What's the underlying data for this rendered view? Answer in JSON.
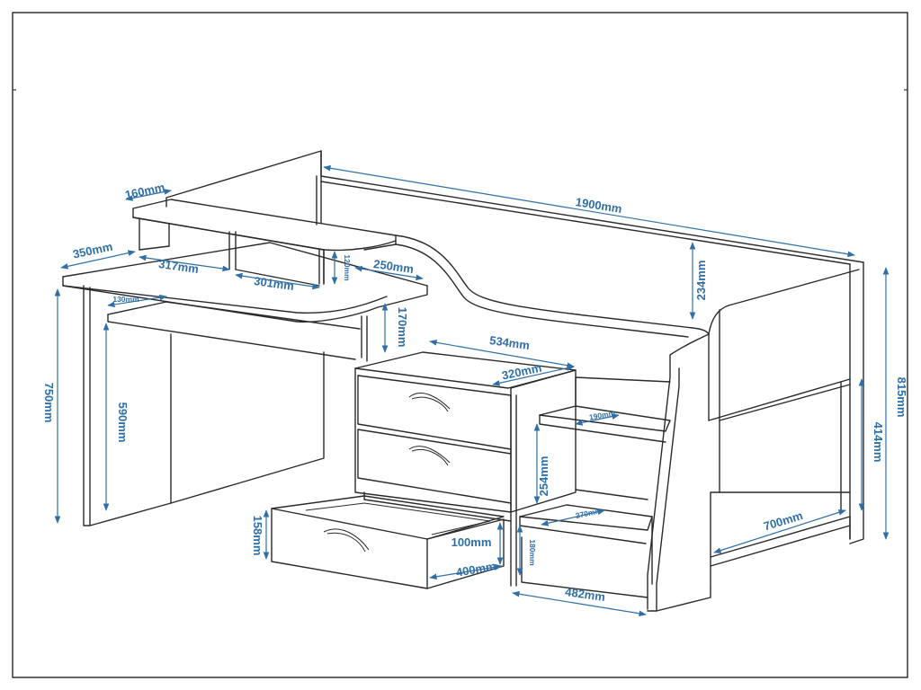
{
  "colors": {
    "dimension": "#2f6fa8",
    "outline": "#2a2a2a",
    "background": "#ffffff"
  },
  "dimensions": {
    "bed_length": "1900mm",
    "top_shelf_depth": "160mm",
    "desk_depth": "350mm",
    "shelf_opening_left": "317mm",
    "shelf_opening_right": "301mm",
    "shelf_height": "120mm",
    "desk_extension": "250mm",
    "keyboard_shelf": "130mm",
    "under_shelf_gap": "170mm",
    "desk_height": "750mm",
    "leg_clearance": "590mm",
    "drawer_unit_width": "534mm",
    "drawer_unit_depth": "320mm",
    "guard_height": "234mm",
    "total_height": "815mm",
    "under_bed_height": "414mm",
    "step_depth": "190mm",
    "step_gap": "254mm",
    "lower_step_depth": "270mm",
    "storage_depth": "700mm",
    "drawer_front_height": "158mm",
    "drawer_inner_height": "100mm",
    "drawer_inner_depth": "400mm",
    "step_lower_height": "180mm",
    "step_width": "482mm"
  }
}
